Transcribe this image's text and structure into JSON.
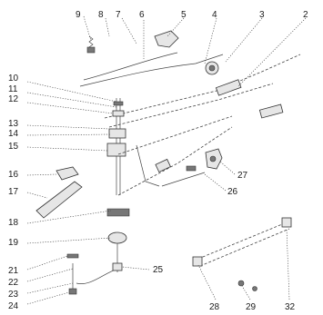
{
  "diagram": {
    "callouts": [
      "9",
      "8",
      "7",
      "6",
      "5",
      "4",
      "3",
      "2",
      "10",
      "11",
      "12",
      "13",
      "14",
      "15",
      "16",
      "17",
      "18",
      "19",
      "21",
      "22",
      "23",
      "24",
      "25",
      "26",
      "27",
      "28",
      "29",
      "32"
    ]
  }
}
